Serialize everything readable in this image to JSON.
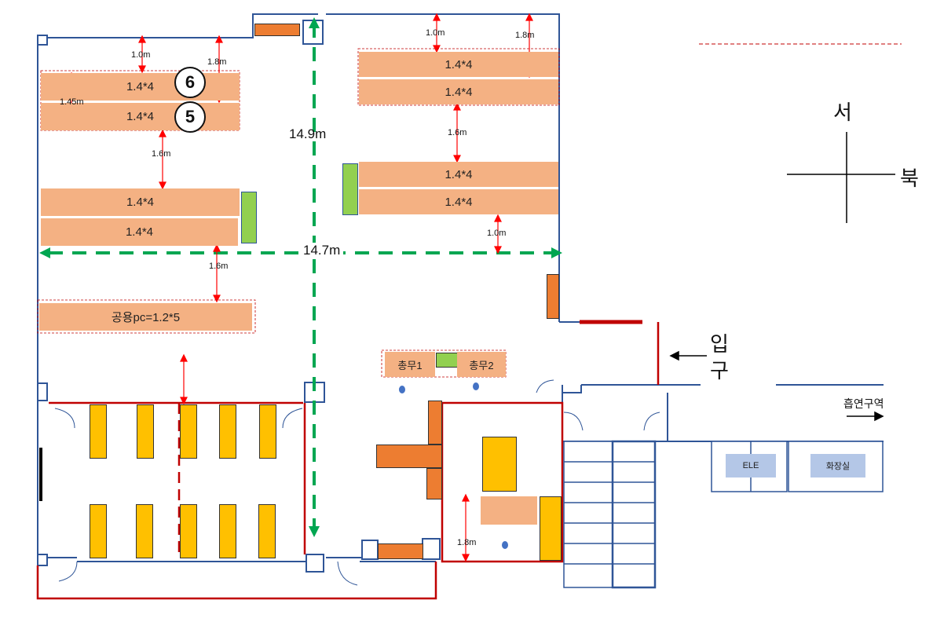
{
  "desks": [
    {
      "id": "l1",
      "label": "1.4*4"
    },
    {
      "id": "l2",
      "label": "1.4*4"
    },
    {
      "id": "l3",
      "label": "1.4*4"
    },
    {
      "id": "l4",
      "label": "1.4*4"
    },
    {
      "id": "r1",
      "label": "1.4*4"
    },
    {
      "id": "r2",
      "label": "1.4*4"
    },
    {
      "id": "r3",
      "label": "1.4*4"
    },
    {
      "id": "r4",
      "label": "1.4*4"
    },
    {
      "id": "pc",
      "label": "공용pc=1.2*5"
    },
    {
      "id": "s1",
      "label": "총무1"
    },
    {
      "id": "s2",
      "label": "총무2"
    }
  ],
  "markers": [
    "6",
    "5"
  ],
  "dims": {
    "d1": "1.0m",
    "d2": "1.8m",
    "d3": "1.45m",
    "d4": "1.6m",
    "d5": "1.6m",
    "d6": "1.0m",
    "d7": "1.8m",
    "d8": "1.6m",
    "d9": "1.0m",
    "d10": "1.8m",
    "total_v": "14.9m",
    "total_h": "14.7m"
  },
  "compass": {
    "west": "서",
    "north": "북"
  },
  "entrance": {
    "line1": "입",
    "line2": "구"
  },
  "smoking": "흡연구역",
  "rooms": {
    "elevator": "ELE",
    "restroom": "화장실"
  },
  "colors": {
    "desk": "#f4b183",
    "wall": "#2f5597",
    "red": "#c00000",
    "green": "#00a651",
    "yellow": "#ffc000",
    "orange": "#ed7d31",
    "lime": "#92d050",
    "room": "#b4c7e7"
  }
}
